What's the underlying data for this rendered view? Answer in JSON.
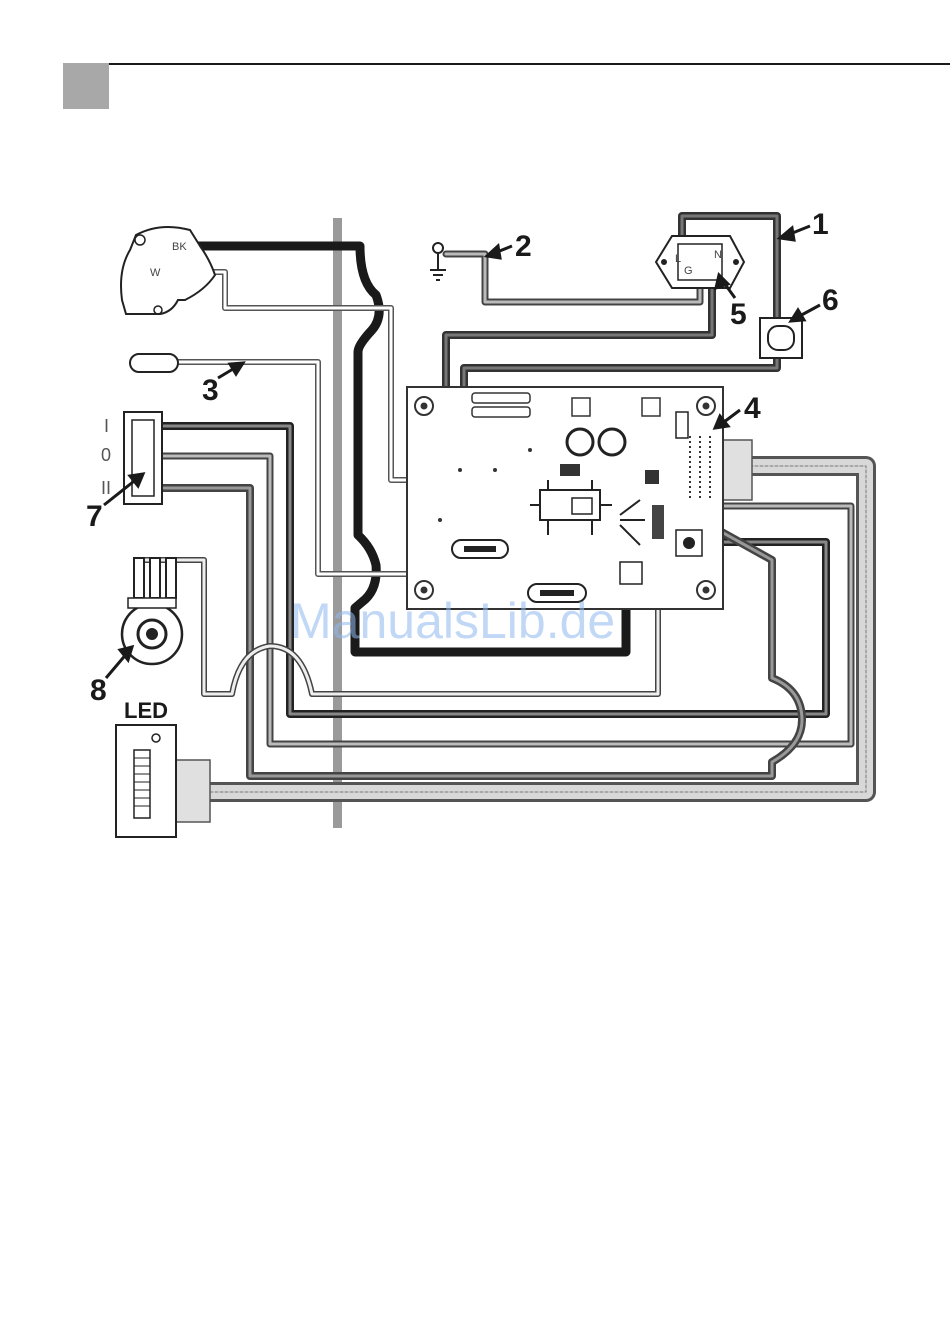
{
  "callouts": {
    "c1": "1",
    "c2": "2",
    "c3": "3",
    "c4": "4",
    "c5": "5",
    "c6": "6",
    "c7": "7",
    "c8": "8"
  },
  "blower_terminals": {
    "black": "BK",
    "white": "W"
  },
  "plug_terminals": {
    "line": "L",
    "ground": "G",
    "neutral": "N"
  },
  "switch_positions": {
    "top": "I",
    "middle": "0",
    "bottom": "II"
  },
  "led_label": "LED",
  "watermark": "ManualsLib.de"
}
